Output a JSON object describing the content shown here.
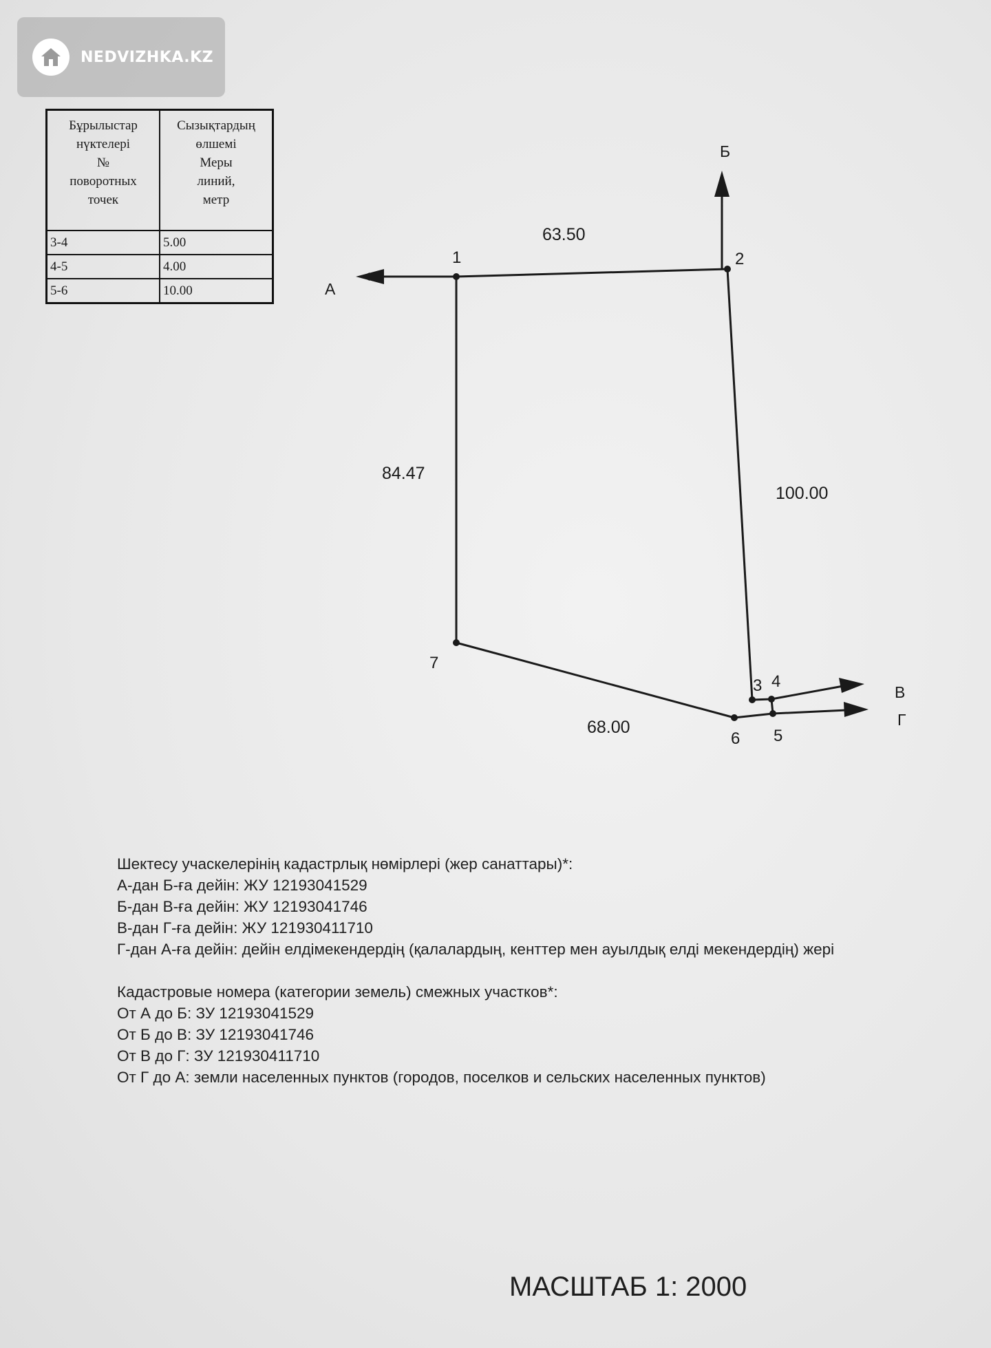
{
  "watermark": {
    "text": "NEDVIZHKA.KZ",
    "icon": "home-icon"
  },
  "table": {
    "header_col1": [
      "Бұрылыстар",
      "нүктелері",
      "№",
      "поворотных",
      "точек"
    ],
    "header_col2": [
      "Сызықтардың",
      "өлшемі",
      "Меры",
      "линий,",
      "метр"
    ],
    "rows": [
      {
        "points": "3-4",
        "length": "5.00"
      },
      {
        "points": "4-5",
        "length": "4.00"
      },
      {
        "points": "5-6",
        "length": "10.00"
      }
    ]
  },
  "plan": {
    "point_labels": [
      "1",
      "2",
      "3",
      "4",
      "5",
      "6",
      "7"
    ],
    "direction_labels": [
      "А",
      "Б",
      "В",
      "Г"
    ],
    "line_lengths": [
      "63.50",
      "100.00",
      "68.00",
      "84.47"
    ]
  },
  "notes_kz": {
    "heading": "Шектесу учаскелерінің кадастрлық нөмірлері (жер санаттары)*:",
    "lines": [
      "А-дан Б-ға дейін: ЖУ 12193041529",
      "Б-дан В-ға дейін: ЖУ 12193041746",
      "В-дан Г-ға дейін: ЖУ 121930411710",
      "Г-дан А-ға дейін: дейін елдімекендердің (қалалардың, кенттер мен ауылдық елді мекендердің) жері"
    ]
  },
  "notes_ru": {
    "heading": "Кадастровые номера (категории земель) смежных участков*:",
    "lines": [
      "От А до Б: ЗУ 12193041529",
      "От Б до В: ЗУ 12193041746",
      "От В до Г: ЗУ 121930411710",
      "От Г до А: земли населенных пунктов (городов, поселков и сельских населенных пунктов)"
    ]
  },
  "scale": "МАСШТАБ 1: 2000"
}
